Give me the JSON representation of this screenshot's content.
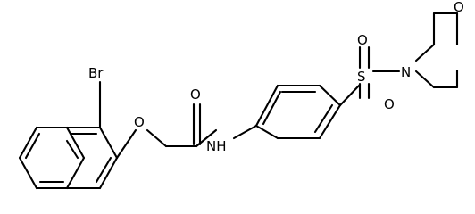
{
  "molecule": {
    "atoms": {
      "bromine": "Br",
      "ether_oxygen": "O",
      "carbonyl_oxygen": "O",
      "amide_nitrogen": "NH",
      "sulfonyl_sulfur": "S",
      "sulfonyl_oxygen_top": "O",
      "sulfonyl_oxygen_bottom": "O",
      "morpholine_nitrogen": "N",
      "morpholine_oxygen": "O"
    }
  }
}
